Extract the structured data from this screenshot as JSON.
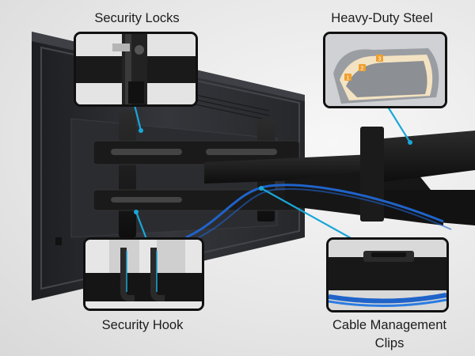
{
  "callouts": {
    "security_locks": "Security Locks",
    "heavy_duty_steel": "Heavy-Duty Steel",
    "security_hook": "Security Hook",
    "cable_management_line1": "Cable Management",
    "cable_management_line2": "Clips"
  },
  "steel_layers": [
    "1",
    "2",
    "3"
  ],
  "colors": {
    "accent_cyan": "#19a7d8",
    "cable_blue": "#1f63c9",
    "steel_dark": "#1a1a1a",
    "tv_frame": "#2a2b2e",
    "layer_orange": "#f0a030",
    "layer_cream": "#f3e3c2"
  },
  "icons": [
    "lock-screw-icon",
    "steel-layer-icon",
    "hook-icon",
    "cable-clip-icon"
  ]
}
